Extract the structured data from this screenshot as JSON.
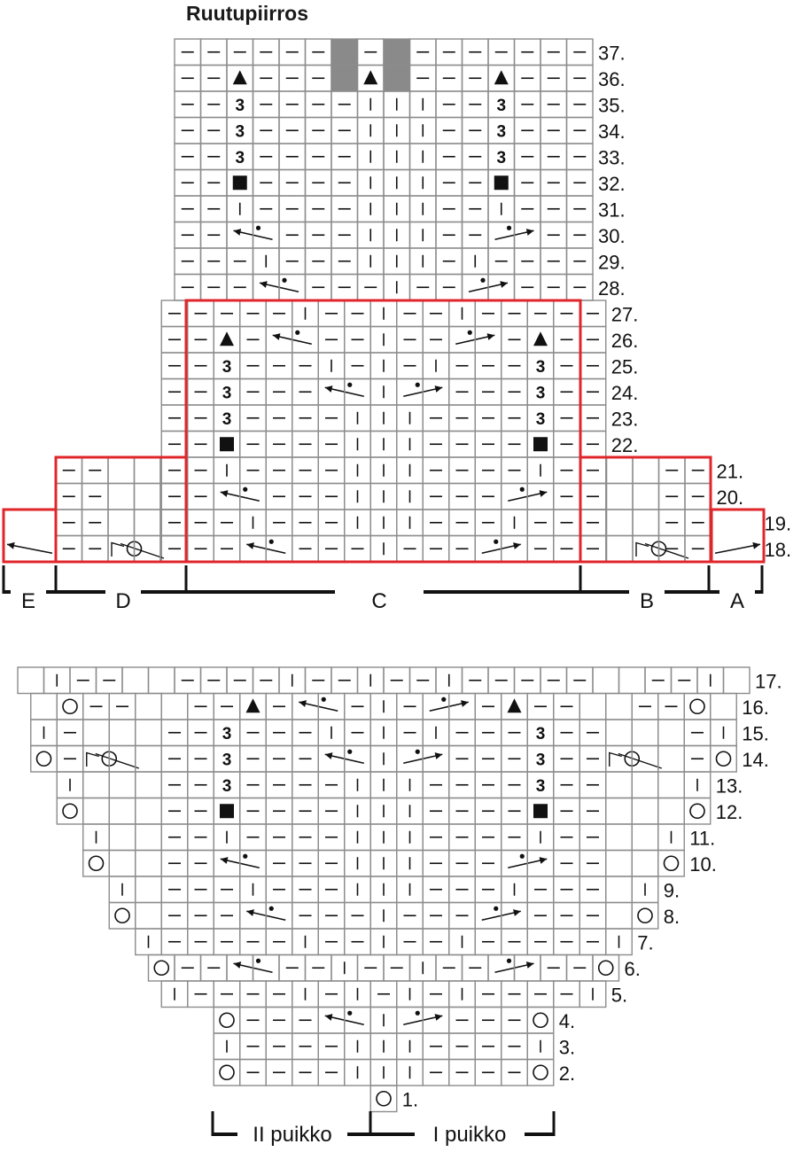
{
  "title": "Ruutupiirros",
  "colors": {
    "grid": "#8c8c8c",
    "outline_red": "#e0262b",
    "symbol": "#111111",
    "gray_cell": "#8a8a8a"
  },
  "symbol_legend": {
    "-": "dash",
    "|": "bar",
    "o": "circle-icon",
    "3": "digit-three",
    "T": "filled-triangle-icon",
    "S": "filled-square-icon",
    "L": "arrow-left-with-dot-icon",
    "R": "arrow-right-with-dot-icon",
    "G": "gray-cell",
    "X": "no-stitch-slash-circle-icon",
    "r": "arrow-right-plain-icon",
    "l": "arrow-left-plain-icon",
    ".": "empty-cell"
  },
  "upper_chart": {
    "rows": [
      {
        "label": "37.",
        "cells": "------G-G-------"
      },
      {
        "label": "36.",
        "cells": "--T---GTG---T---"
      },
      {
        "label": "35.",
        "cells": "--3----|||--3---"
      },
      {
        "label": "34.",
        "cells": "--3----|||--3---"
      },
      {
        "label": "33.",
        "cells": "--3----|||--3---"
      },
      {
        "label": "32.",
        "cells": "--S----|||--S---"
      },
      {
        "label": "31.",
        "cells": "--|----|||--|---"
      },
      {
        "label": "30.",
        "cells": "--L.---|||--R.--"
      },
      {
        "label": "29.",
        "cells": "---|---|||-|----"
      },
      {
        "label": "28.",
        "cells": "---L.---|--R.---"
      },
      {
        "label": "27.",
        "cells": "-----|--|--|-----"
      },
      {
        "label": "26.",
        "cells": "--T-L.--|--R.-T--"
      },
      {
        "label": "25.",
        "cells": "--3---|-|-|---3--"
      },
      {
        "label": "24.",
        "cells": "--3---L.|R.---3--"
      },
      {
        "label": "23.",
        "cells": "--3----|||----3--"
      },
      {
        "label": "22.",
        "cells": "--S----|||----S--"
      },
      {
        "label": "21.",
        "cells": "--|----|||----|--"
      },
      {
        "label": "20.",
        "cells": "--L.---|||---R.--"
      },
      {
        "label": "19.",
        "cells": "---|---|||---|---"
      },
      {
        "label": "18.",
        "cells": "---L.---|---R.---"
      }
    ],
    "side_rows": [
      {
        "label": "21.",
        "cells": "--..."
      },
      {
        "label": "20.",
        "cells": "--..."
      },
      {
        "label": "19.",
        "cells": "--..."
      },
      {
        "label": "18.",
        "cells": "--X.."
      }
    ],
    "sections": [
      "E",
      "D",
      "C",
      "B",
      "A"
    ]
  },
  "lower_chart": {
    "rows": [
      {
        "label": "17.",
        "cells": ".|--..----|--|--|-----..--|."
      },
      {
        "label": "16.",
        "cells": ".o--..--T-L.-|-R.-T--..--o."
      },
      {
        "label": "15.",
        "cells": "|-...--3---|-|-|---3--...-|"
      },
      {
        "label": "14.",
        "cells": "o-X..--3---L.|R.---3--X..-o"
      },
      {
        "label": "13.",
        "cells": "|...--3----|||----3--...|"
      },
      {
        "label": "12.",
        "cells": "o...--S----|||----S--...o"
      },
      {
        "label": "11.",
        "cells": "|..--|----|||----|--..|"
      },
      {
        "label": "10.",
        "cells": "o..--L.---|||---R.--..o"
      },
      {
        "label": "9.",
        "cells": "|.---|---|||---|---.|"
      },
      {
        "label": "8.",
        "cells": "o.---L.---|---R.---.o"
      },
      {
        "label": "7.",
        "cells": "|-----|--|--|-----|"
      },
      {
        "label": "6.",
        "cells": "o--L.--|--|--R.--o"
      },
      {
        "label": "5.",
        "cells": "|----|-|-|-|----|"
      },
      {
        "label": "4.",
        "cells": "o---L.|R.---o"
      },
      {
        "label": "3.",
        "cells": "|----|||----|"
      },
      {
        "label": "2.",
        "cells": "o----|||----o"
      },
      {
        "label": "1.",
        "cells": "o"
      }
    ],
    "needles": [
      "II puikko",
      "I puikko"
    ]
  }
}
